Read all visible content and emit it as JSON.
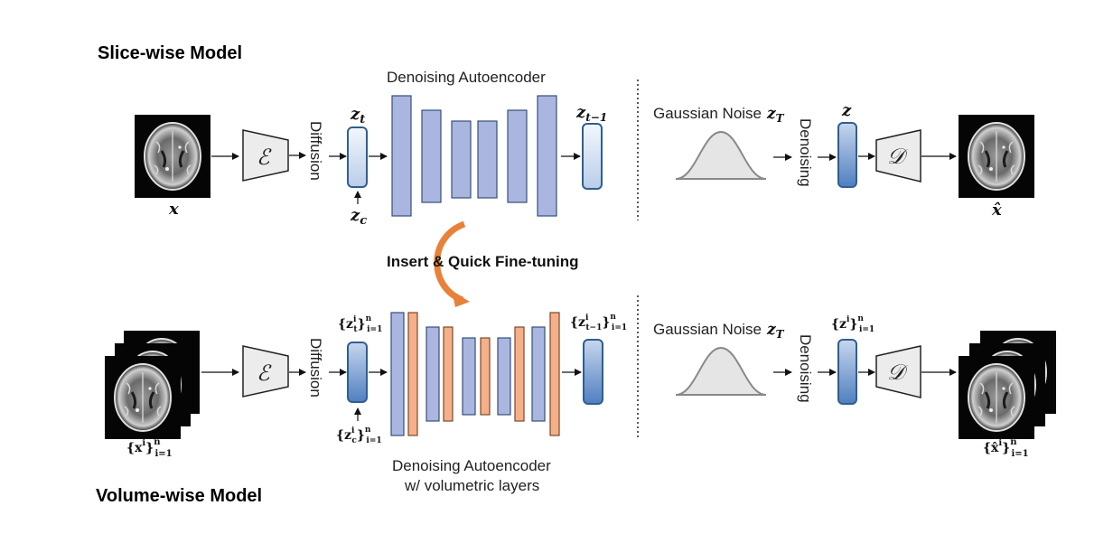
{
  "titles": {
    "slice": "Slice-wise Model",
    "volume": "Volume-wise Model"
  },
  "labels": {
    "denoising_autoencoder_top": "Denoising Autoencoder",
    "denoising_autoencoder_bottom_line1": "Denoising Autoencoder",
    "denoising_autoencoder_bottom_line2": "w/ volumetric layers",
    "insert_finetune": "Insert & Quick Fine-tuning",
    "diffusion": "Diffusion",
    "denoising": "Denoising",
    "gaussian_noise": "Gaussian Noise"
  },
  "symbols": {
    "encoder": "ℰ",
    "decoder": "𝒟",
    "x": "x",
    "x_hat": "x̂",
    "z_t": "z",
    "z_t_sub": "t",
    "z_c": "z",
    "z_c_sub": "c",
    "z_t1": "z",
    "z_t1_sub": "t−1",
    "z_T": "z",
    "z_T_sub": "T",
    "z": "z",
    "set_x": "{x",
    "set_x_hat": "{x̂",
    "set_sup": "i",
    "set_close": "}",
    "set_n": "n",
    "set_range": "i=1",
    "set_zt": "{z",
    "set_zt_sub": "t",
    "set_zc": "{z",
    "set_zc_sub": "c",
    "set_zt1": "{z",
    "set_zt1_sub": "t−1",
    "set_z": "{z"
  },
  "colors": {
    "blue_layer": "#aab6e0",
    "orange_layer": "#f5b08a",
    "latent_fill": "#dce7f5",
    "latent_stroke": "#2f5f8f",
    "arrow_orange": "#e8823a",
    "gaussian_fill": "#e5e5e5",
    "gaussian_stroke": "#888888"
  }
}
